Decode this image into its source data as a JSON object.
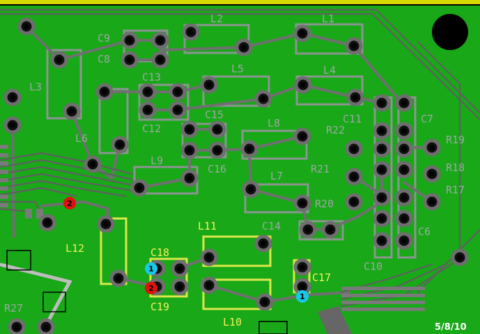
{
  "board": {
    "date": "5/8/10",
    "colors": {
      "background": "#18a818",
      "outline_gray": "#8d9592",
      "outline_yellow": "#dde84a",
      "trace": "#707070",
      "marker_red": "#e01010",
      "marker_cyan": "#18c8e8"
    }
  },
  "labels": {
    "L1": "L1",
    "L2": "L2",
    "L3": "L3",
    "L4": "L4",
    "L5": "L5",
    "L6": "L6",
    "L7": "L7",
    "L8": "L8",
    "L9": "L9",
    "L10": "L10",
    "L11": "L11",
    "L12": "L12",
    "C6": "C6",
    "C7": "C7",
    "C8": "C8",
    "C9": "C9",
    "C10": "C10",
    "C11": "C11",
    "C12": "C12",
    "C13": "C13",
    "C14": "C14",
    "C15": "C15",
    "C16": "C16",
    "C17": "C17",
    "C18": "C18",
    "C19": "C19",
    "R17": "R17",
    "R18": "R18",
    "R19": "R19",
    "R20": "R20",
    "R21": "R21",
    "R22": "R22",
    "R27": "R27"
  },
  "markers": {
    "red_top": "2",
    "red_bottom": "2",
    "cyan_left": "1",
    "cyan_right": "1"
  }
}
